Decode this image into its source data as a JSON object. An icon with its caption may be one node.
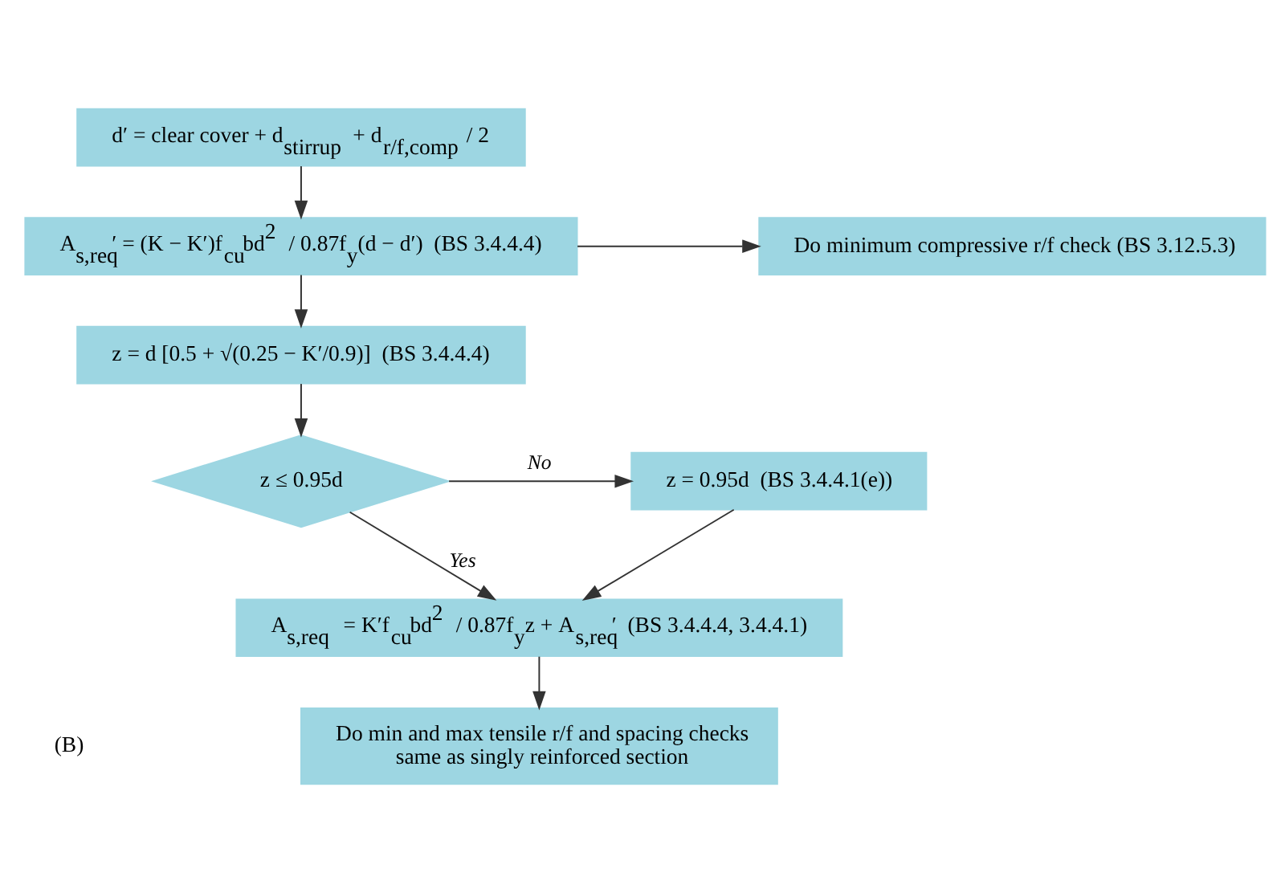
{
  "diagram": {
    "nodes": [
      {
        "text": [
          "d′ = clear cover + d$_{stirrup}$ + d$_{r/f,comp}$ / 2"
        ]
      },
      {
        "text": [
          "A$_{s,req}$′ = (K − K′)f$_{cu}$bd$^{2}$ / 0.87f$_{y}$(d − d′)  (BS 3.4.4.4)"
        ]
      },
      {
        "text": [
          "Do minimum compressive r/f check (BS 3.12.5.3)"
        ]
      },
      {
        "text": [
          "z = d [0.5 + √(0.25 − K′/0.9)]  (BS 3.4.4.4)"
        ]
      },
      {
        "text": [
          "z ≤ 0.95d"
        ]
      },
      {
        "text": [
          "z = 0.95d  (BS 3.4.4.1(e))"
        ]
      },
      {
        "text": [
          "A$_{s,req}$ = K′f$_{cu}$bd$^{2}$ / 0.87f$_{y}$z + A$_{s,req}$′  (BS 3.4.4.4, 3.4.4.1)"
        ]
      },
      {
        "text": [
          "Do min and max tensile r/f and spacing checks same as singly reinforced section"
        ]
      }
    ],
    "edges": [
      {
        "from": 0,
        "to": 1,
        "arrow": "to"
      },
      {
        "from": 1,
        "to": 2,
        "arrow": "to"
      },
      {
        "from": 1,
        "to": 3,
        "arrow": "to"
      },
      {
        "from": 3,
        "to": 4,
        "arrow": "to"
      },
      {
        "from": 4,
        "to": 5,
        "arrow": "to",
        "label": "No"
      },
      {
        "from": 4,
        "to": 6,
        "arrow": "to",
        "label": "Yes"
      },
      {
        "from": 5,
        "to": 6,
        "arrow": "to"
      },
      {
        "from": 6,
        "to": 7,
        "arrow": "to"
      }
    ],
    "labels": [
      "(B)"
    ]
  }
}
